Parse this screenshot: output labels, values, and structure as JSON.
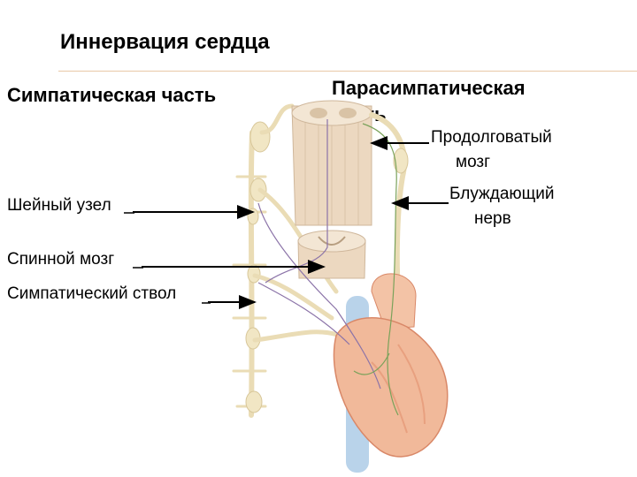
{
  "title": "Иннервация сердца",
  "headings": {
    "sympathetic": "Симпатическая часть",
    "parasympathetic_line1": "Парасимпатическая",
    "parasympathetic_line2": "часть"
  },
  "labels": {
    "medulla_line1": "Продолговатый",
    "medulla_line2": "мозг",
    "vagus_line1": "Блуждающий",
    "vagus_line2": "нерв",
    "cervical_ganglion": "Шейный узел",
    "spinal_cord": "Спинной мозг",
    "sympathetic_trunk": "Симпатический ствол"
  },
  "colors": {
    "nerve": "#eadcb5",
    "nerve_outline": "#d8c79a",
    "cord": "#ecd8c0",
    "cord_shade": "#cfb79b",
    "sympathetic_fiber": "#8b73a8",
    "parasympathetic_fiber": "#7aa25a",
    "heart": "#f1b99a",
    "heart_dark": "#d98868",
    "vessel_blue": "#b9d3ea",
    "arrow": "#000000"
  }
}
